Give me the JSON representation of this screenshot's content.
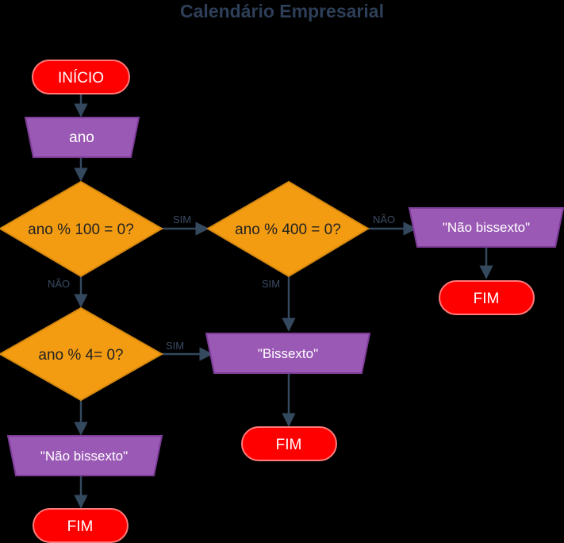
{
  "title": "Calendário Empresarial",
  "colors": {
    "terminal_fill": "#ff0000",
    "terminal_stroke": "#ff8080",
    "io_fill": "#9b59b6",
    "io_stroke": "#7d3c98",
    "decision_fill": "#f39c12",
    "decision_stroke": "#d68910",
    "edge": "#34495e",
    "background": "#000000"
  },
  "nodes": {
    "start": "INÍCIO",
    "input_year": "ano",
    "check_100": "ano % 100 = 0?",
    "check_400": "ano % 400 = 0?",
    "check_4": "ano % 4= 0?",
    "not_leap_right": "\"Não bissexto\"",
    "leap": "\"Bissexto\"",
    "not_leap_left": "\"Não bissexto\"",
    "end_right": "FIM",
    "end_middle": "FIM",
    "end_left": "FIM"
  },
  "edge_labels": {
    "check_100_yes": "SIM",
    "check_100_no": "NÃO",
    "check_400_no": "NÃO",
    "check_400_yes": "SIM",
    "check_4_yes": "SIM"
  }
}
